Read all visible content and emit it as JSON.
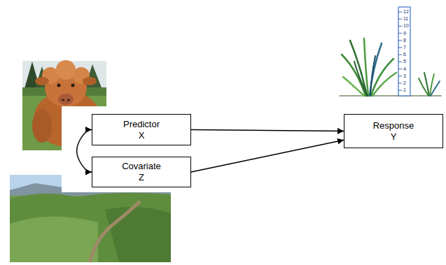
{
  "diagram": {
    "nodes": [
      {
        "text": [
          "Predictor",
          "X"
        ]
      },
      {
        "text": [
          "Covariate",
          "Z"
        ]
      },
      {
        "text": [
          "Response",
          "Y"
        ]
      }
    ],
    "edges": [
      {
        "from": 0,
        "to": 1,
        "arrow": "both"
      },
      {
        "from": 0,
        "to": 2,
        "arrow": "to"
      },
      {
        "from": 1,
        "to": 2,
        "arrow": "to"
      }
    ],
    "labels": [
      "12",
      "11",
      "10",
      "9",
      "8",
      "7",
      "6",
      "5",
      "4",
      "3",
      "2",
      "1"
    ]
  }
}
